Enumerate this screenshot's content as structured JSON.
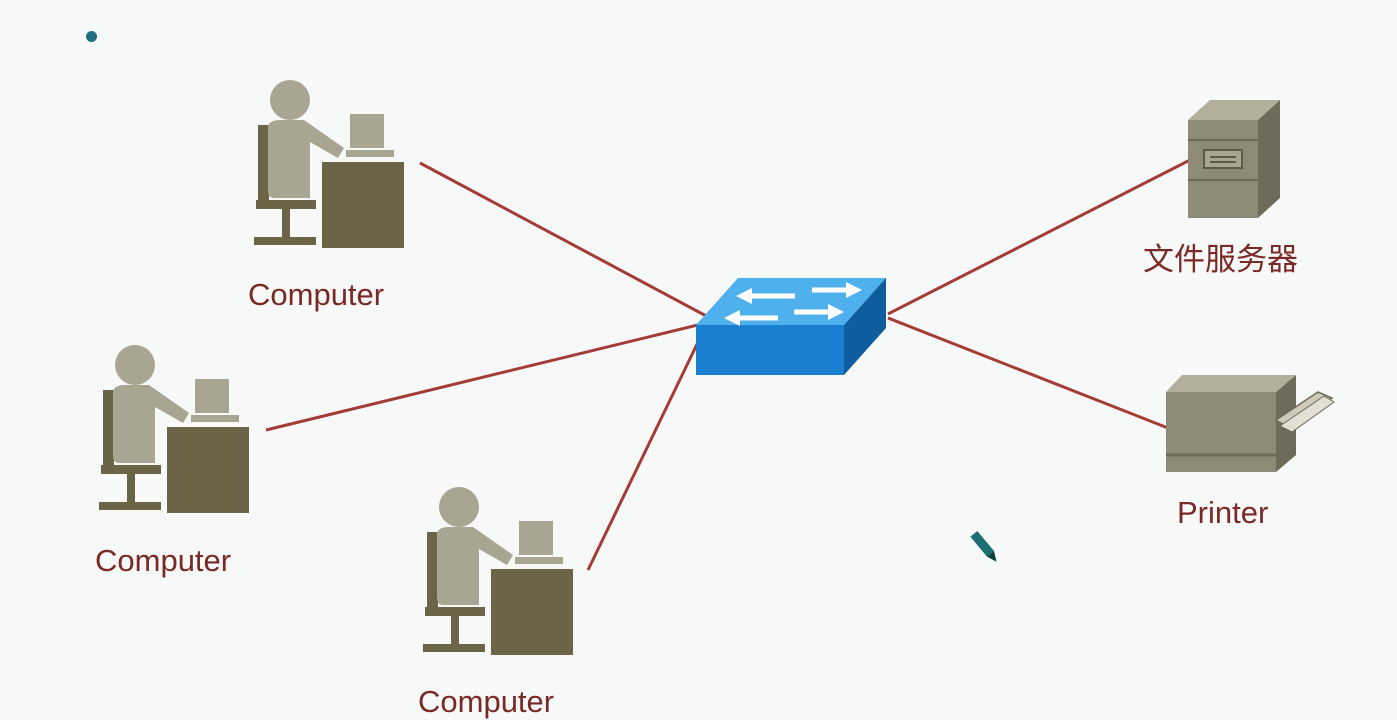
{
  "diagram": {
    "nodes": {
      "computer_top": {
        "label": "Computer"
      },
      "computer_left": {
        "label": "Computer"
      },
      "computer_bottom": {
        "label": "Computer"
      },
      "file_server": {
        "label": "文件服务器"
      },
      "printer": {
        "label": "Printer"
      }
    },
    "hub": {
      "type": "network-switch",
      "icon": "switch-icon"
    },
    "links": [
      {
        "from": "computer_top",
        "to": "hub"
      },
      {
        "from": "computer_left",
        "to": "hub"
      },
      {
        "from": "computer_bottom",
        "to": "hub"
      },
      {
        "from": "hub",
        "to": "file_server"
      },
      {
        "from": "hub",
        "to": "printer"
      }
    ]
  },
  "colors": {
    "link": "#a33b37",
    "label": "#7a2a25",
    "workstation": "#6b6446",
    "person": "#a9a593",
    "switch": "#1a7fd0",
    "device": "#8e8a78",
    "bullet": "#1f6f80"
  }
}
